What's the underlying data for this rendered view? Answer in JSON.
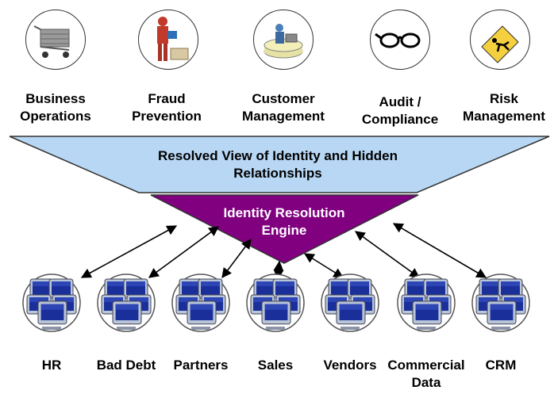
{
  "consumers": [
    {
      "line1": "Business",
      "line2": "Operations",
      "icon": "shopping-cart-icon"
    },
    {
      "line1": "Fraud",
      "line2": "Prevention",
      "icon": "person-with-box-icon"
    },
    {
      "line1": "Customer",
      "line2": "Management",
      "icon": "person-at-desk-icon"
    },
    {
      "line1": "Audit /",
      "line2": "Compliance",
      "icon": "eyeglasses-icon"
    },
    {
      "line1": "Risk",
      "line2": "Management",
      "icon": "caution-slip-icon"
    }
  ],
  "resolved_view": {
    "line1": "Resolved View of Identity and Hidden",
    "line2": "Relationships"
  },
  "engine": {
    "line1": "Identity Resolution",
    "line2": "Engine"
  },
  "sources": [
    {
      "line1": "HR",
      "line2": ""
    },
    {
      "line1": "Bad Debt",
      "line2": ""
    },
    {
      "line1": "Partners",
      "line2": ""
    },
    {
      "line1": "Sales",
      "line2": ""
    },
    {
      "line1": "Vendors",
      "line2": ""
    },
    {
      "line1": "Commercial",
      "line2": "Data"
    },
    {
      "line1": "CRM",
      "line2": ""
    }
  ],
  "colors": {
    "resolved_view_fill": "#b7d7f4",
    "engine_fill": "#800080",
    "engine_text": "#ffffff"
  }
}
